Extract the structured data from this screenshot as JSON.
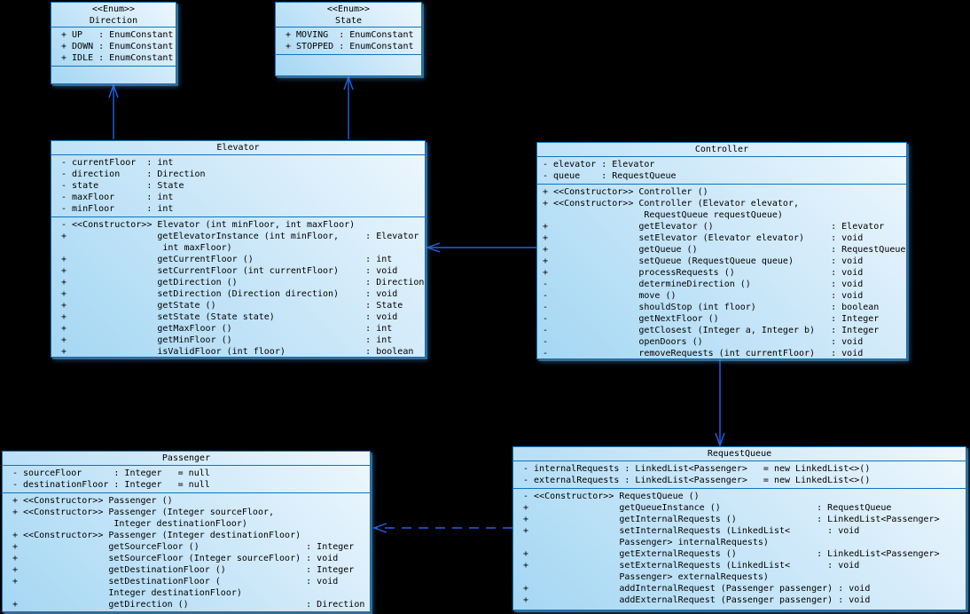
{
  "colors": {
    "background": "#000000",
    "box_border": "#0d74bf",
    "box_fill_dark": "#a4d7f3",
    "box_fill_light": "#eef7fd",
    "arrow": "#2263e4",
    "text": "#000000"
  },
  "classes": [
    {
      "id": "direction-enum",
      "stereotype": "<<Enum>>",
      "name": "Direction",
      "attributes": [
        "+ UP   : EnumConstant",
        "+ DOWN : EnumConstant",
        "+ IDLE : EnumConstant"
      ],
      "methods": []
    },
    {
      "id": "state-enum",
      "stereotype": "<<Enum>>",
      "name": "State",
      "attributes": [
        "+ MOVING  : EnumConstant",
        "+ STOPPED : EnumConstant"
      ],
      "methods": []
    },
    {
      "id": "elevator",
      "stereotype": "",
      "name": "Elevator",
      "attributes": [
        "- currentFloor  : int",
        "- direction     : Direction",
        "- state         : State",
        "- maxFloor      : int",
        "- minFloor      : int"
      ],
      "methods": [
        "- <<Constructor>> Elevator (int minFloor, int maxFloor)",
        "+                 getElevatorInstance (int minFloor,     : Elevator",
        "                   int maxFloor)",
        "+                 getCurrentFloor ()                     : int",
        "+                 setCurrentFloor (int currentFloor)     : void",
        "+                 getDirection ()                        : Direction",
        "+                 setDirection (Direction direction)     : void",
        "+                 getState ()                            : State",
        "+                 setState (State state)                 : void",
        "+                 getMaxFloor ()                         : int",
        "+                 getMinFloor ()                         : int",
        "+                 isValidFloor (int floor)               : boolean"
      ]
    },
    {
      "id": "controller",
      "stereotype": "",
      "name": "Controller",
      "attributes": [
        "- elevator : Elevator",
        "- queue    : RequestQueue"
      ],
      "methods": [
        "+ <<Constructor>> Controller ()",
        "+ <<Constructor>> Controller (Elevator elevator,",
        "                   RequestQueue requestQueue)",
        "+                 getElevator ()                      : Elevator",
        "+                 setElevator (Elevator elevator)     : void",
        "+                 getQueue ()                         : RequestQueue",
        "+                 setQueue (RequestQueue queue)       : void",
        "+                 processRequests ()                  : void",
        "-                 determineDirection ()               : void",
        "-                 move ()                             : void",
        "-                 shouldStop (int floor)              : boolean",
        "-                 getNextFloor ()                     : Integer",
        "-                 getClosest (Integer a, Integer b)   : Integer",
        "-                 openDoors ()                        : void",
        "-                 removeRequests (int currentFloor)   : void"
      ]
    },
    {
      "id": "passenger",
      "stereotype": "",
      "name": "Passenger",
      "attributes": [
        "- sourceFloor      : Integer   = null",
        "- destinationFloor : Integer   = null"
      ],
      "methods": [
        "+ <<Constructor>> Passenger ()",
        "+ <<Constructor>> Passenger (Integer sourceFloor,",
        "                   Integer destinationFloor)",
        "+ <<Constructor>> Passenger (Integer destinationFloor)",
        "+                 getSourceFloor ()                    : Integer",
        "+                 setSourceFloor (Integer sourceFloor) : void",
        "+                 getDestinationFloor ()               : Integer",
        "+                 setDestinationFloor (                : void",
        "                  Integer destinationFloor)",
        "+                 getDirection ()                      : Direction"
      ]
    },
    {
      "id": "request-queue",
      "stereotype": "",
      "name": "RequestQueue",
      "attributes": [
        "- internalRequests : LinkedList<Passenger>   = new LinkedList<>()",
        "- externalRequests : LinkedList<Passenger>   = new LinkedList<>()"
      ],
      "methods": [
        "- <<Constructor>> RequestQueue ()",
        "+                 getQueueInstance ()                  : RequestQueue",
        "+                 getInternalRequests ()               : LinkedList<Passenger>",
        "+                 setInternalRequests (LinkedList<       : void",
        "                  Passenger> internalRequests)",
        "+                 getExternalRequests ()               : LinkedList<Passenger>",
        "+                 setExternalRequests (LinkedList<       : void",
        "                  Passenger> externalRequests)",
        "+                 addInternalRequest (Passenger passenger) : void",
        "+                 addExternalRequest (Passenger passenger) : void"
      ]
    }
  ],
  "relations": [
    {
      "from": "Elevator",
      "to": "Direction",
      "style": "solid-open-arrow"
    },
    {
      "from": "Elevator",
      "to": "State",
      "style": "solid-open-arrow"
    },
    {
      "from": "Controller",
      "to": "Elevator",
      "style": "solid-open-arrow"
    },
    {
      "from": "Controller",
      "to": "RequestQueue",
      "style": "solid-open-arrow"
    },
    {
      "from": "RequestQueue",
      "to": "Passenger",
      "style": "dashed-open-arrow"
    }
  ]
}
